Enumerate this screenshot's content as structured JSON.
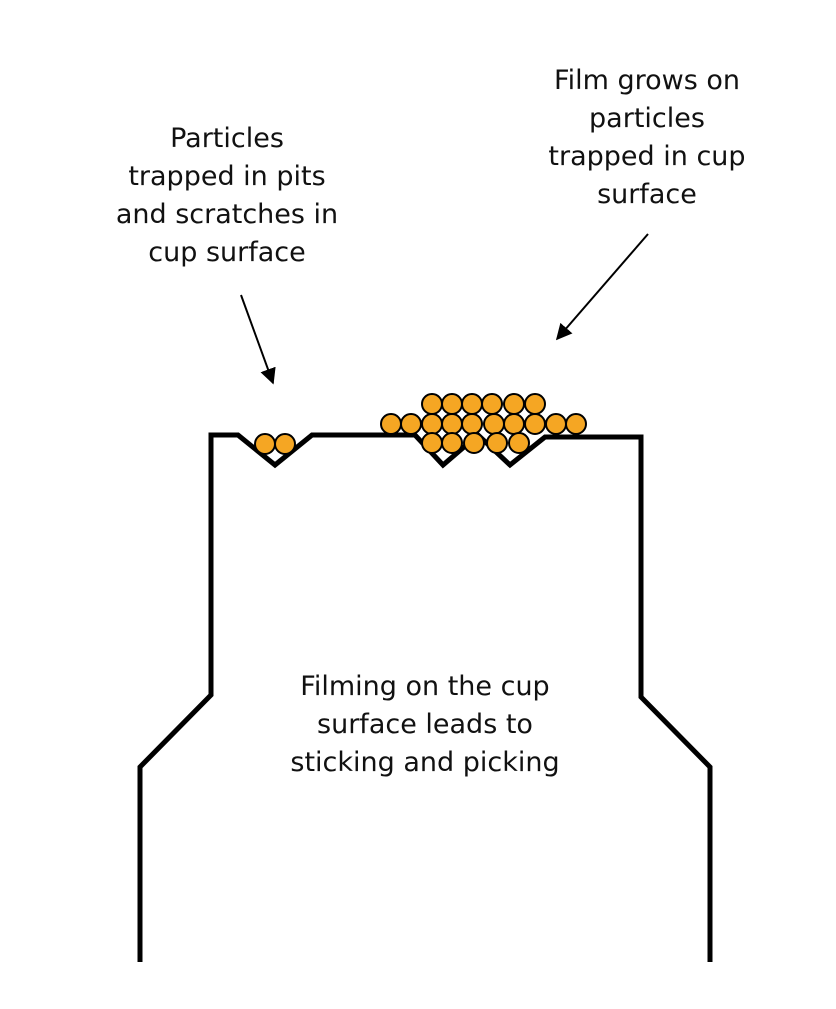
{
  "annotations": {
    "left": "Particles\ntrapped in pits\nand scratches in\ncup surface",
    "right": "Film grows on\nparticles\ntrapped in cup\nsurface",
    "center": "Filming on the cup\nsurface leads to\nsticking and picking"
  },
  "colors": {
    "outline": "#000000",
    "particle_fill": "#f5a623",
    "particle_stroke": "#000000",
    "background": "#ffffff"
  }
}
